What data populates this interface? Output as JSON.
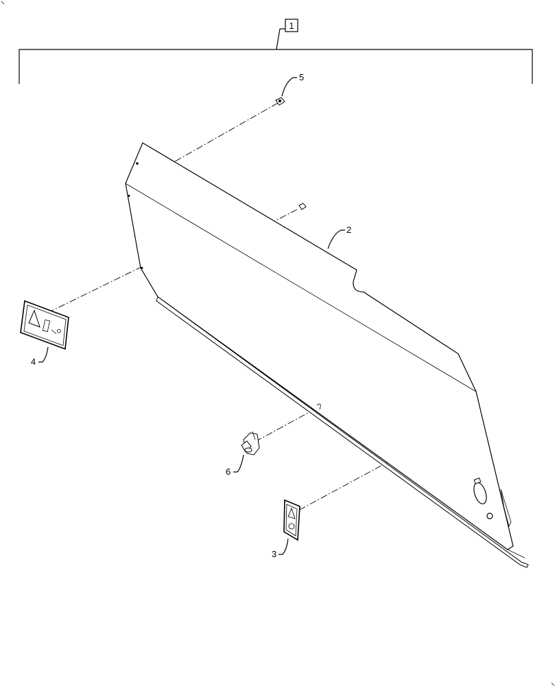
{
  "callouts": {
    "assembly": "1",
    "panel": "2",
    "decal_right": "3",
    "decal_left": "4",
    "fastener": "5",
    "latch": "6"
  }
}
